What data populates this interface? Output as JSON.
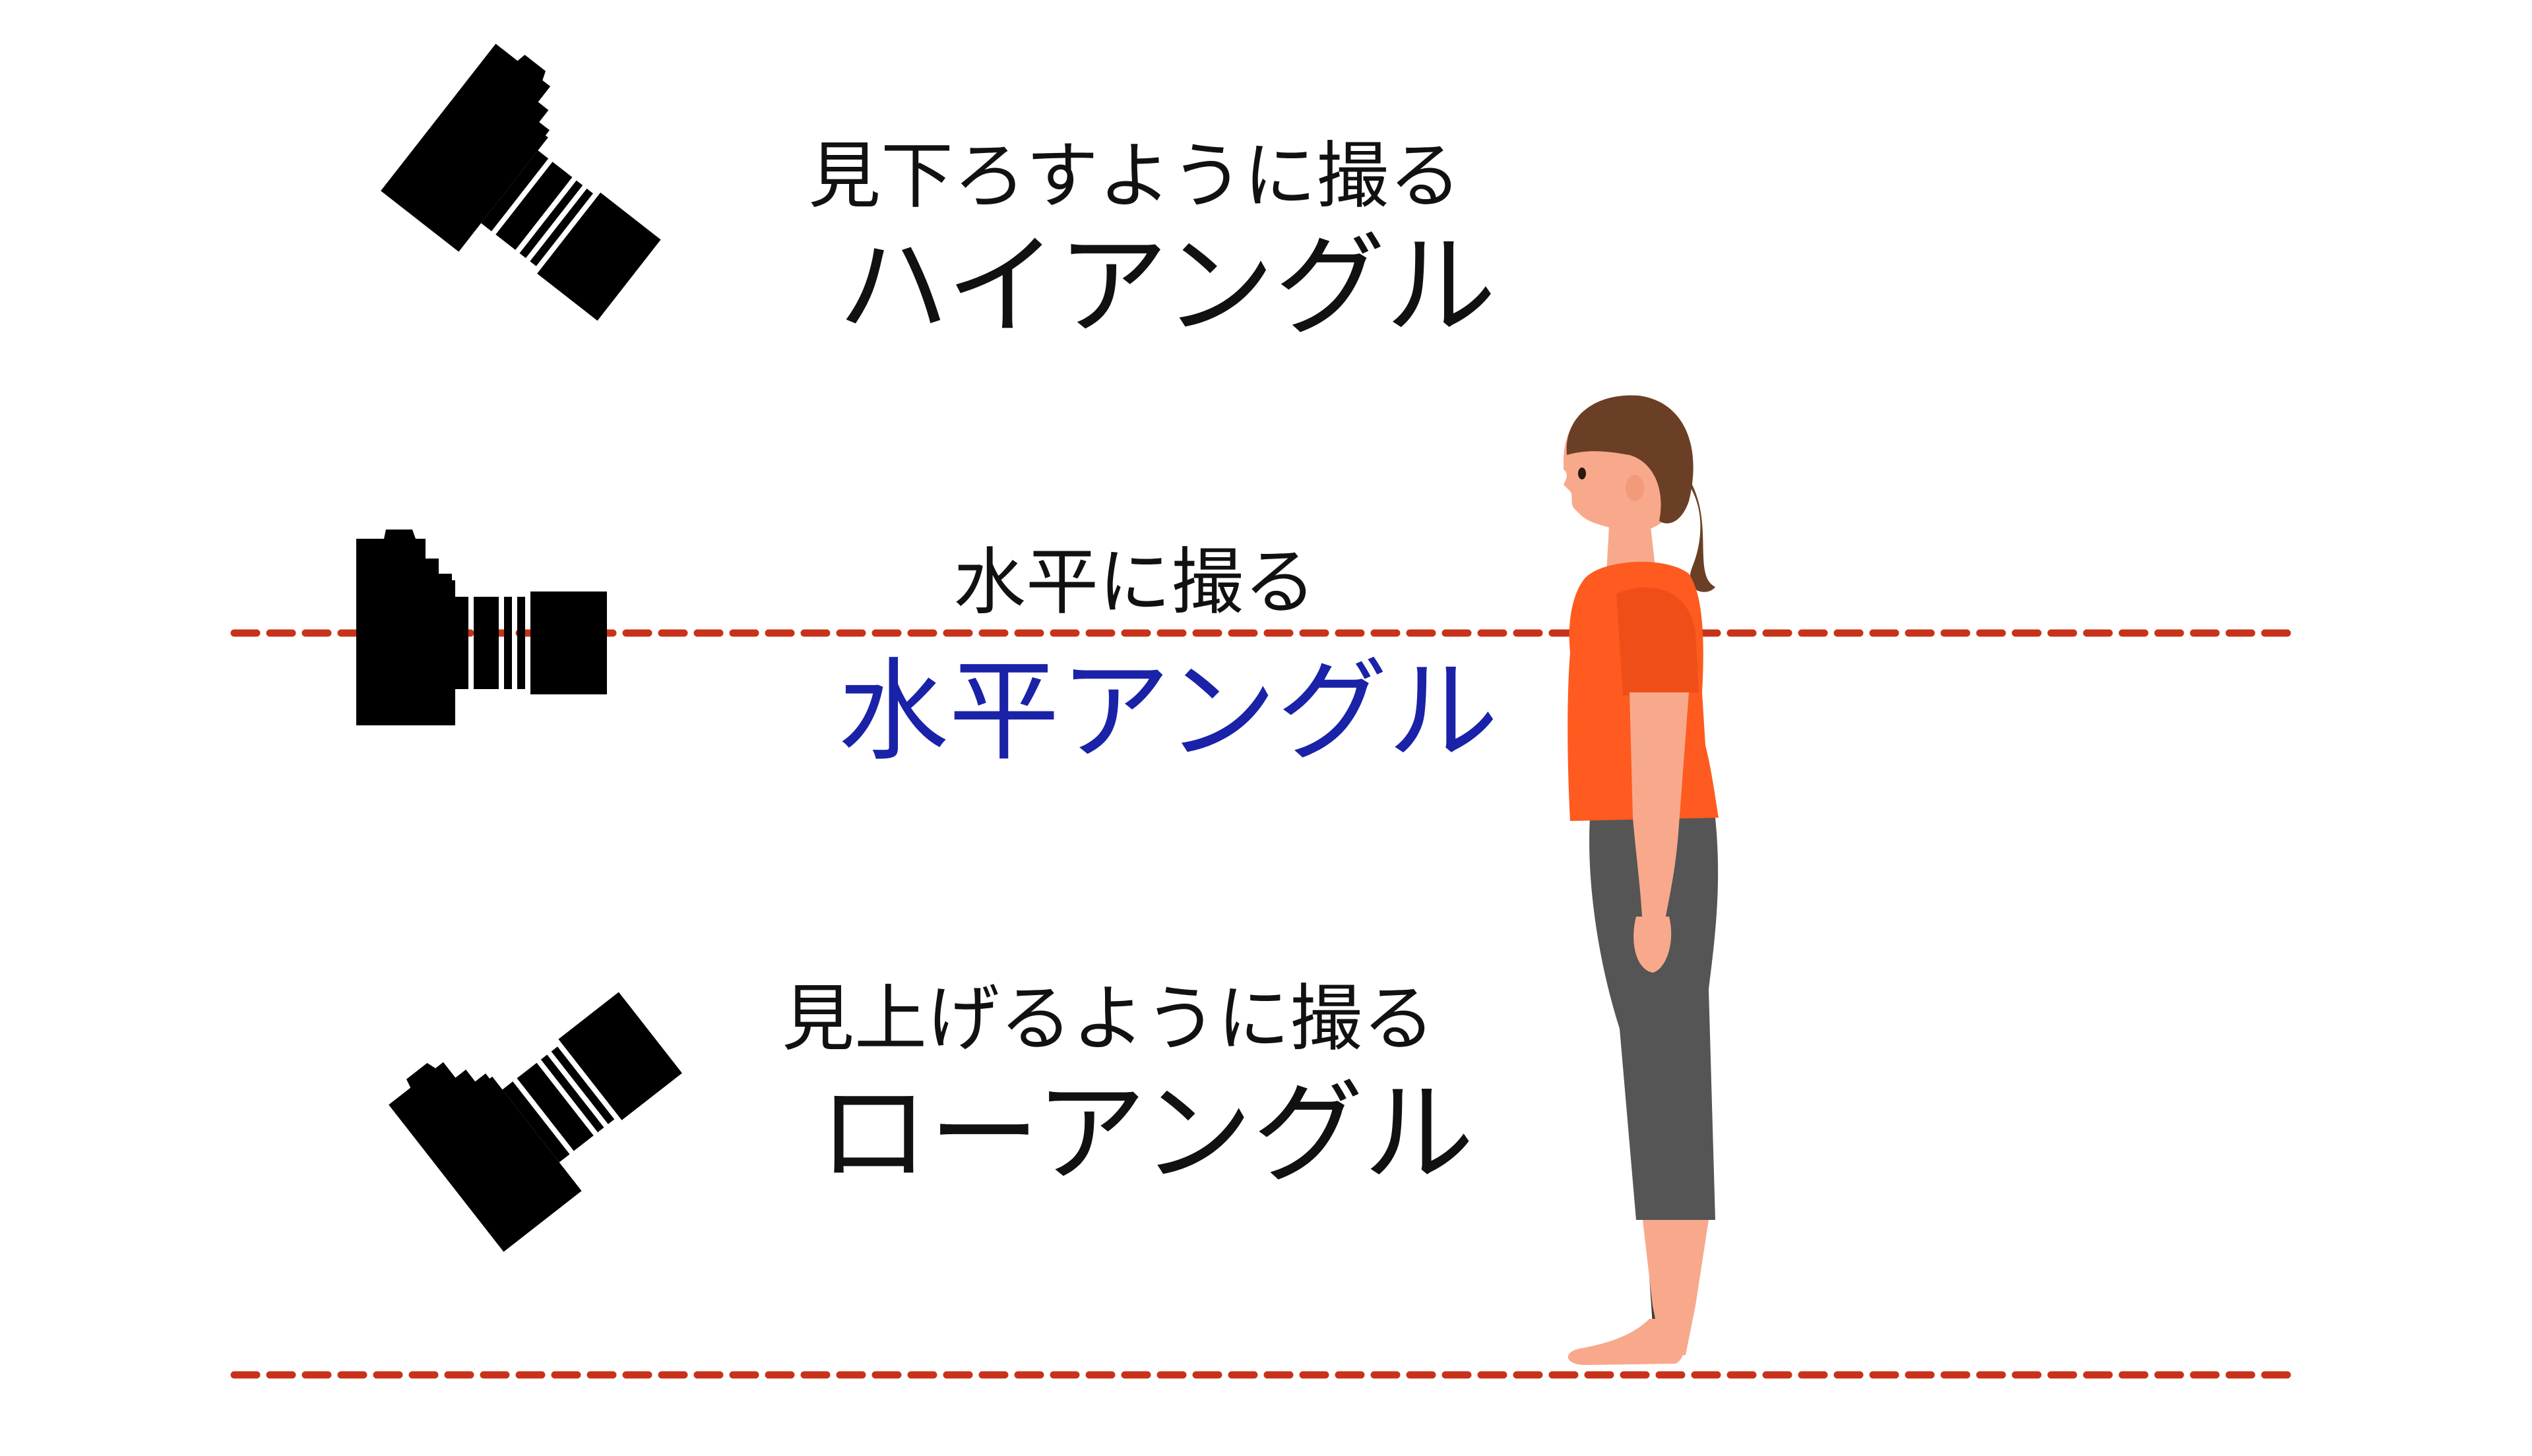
{
  "high": {
    "caption": "見下ろすように撮る",
    "title": "ハイアングル",
    "camera_icon": "camera-icon"
  },
  "level": {
    "caption": "水平に撮る",
    "title": "水平アングル",
    "camera_icon": "camera-icon"
  },
  "low": {
    "caption": "見上げるように撮る",
    "title": "ローアングル",
    "camera_icon": "camera-icon"
  },
  "colors": {
    "text": "#111111",
    "accent_title": "#1a22a8",
    "guide_line": "#c8321a",
    "camera": "#000000",
    "shirt": "#ff5a1f",
    "pants": "#4d4d4d",
    "skin": "#f8a98b",
    "hair": "#6b3f26"
  }
}
